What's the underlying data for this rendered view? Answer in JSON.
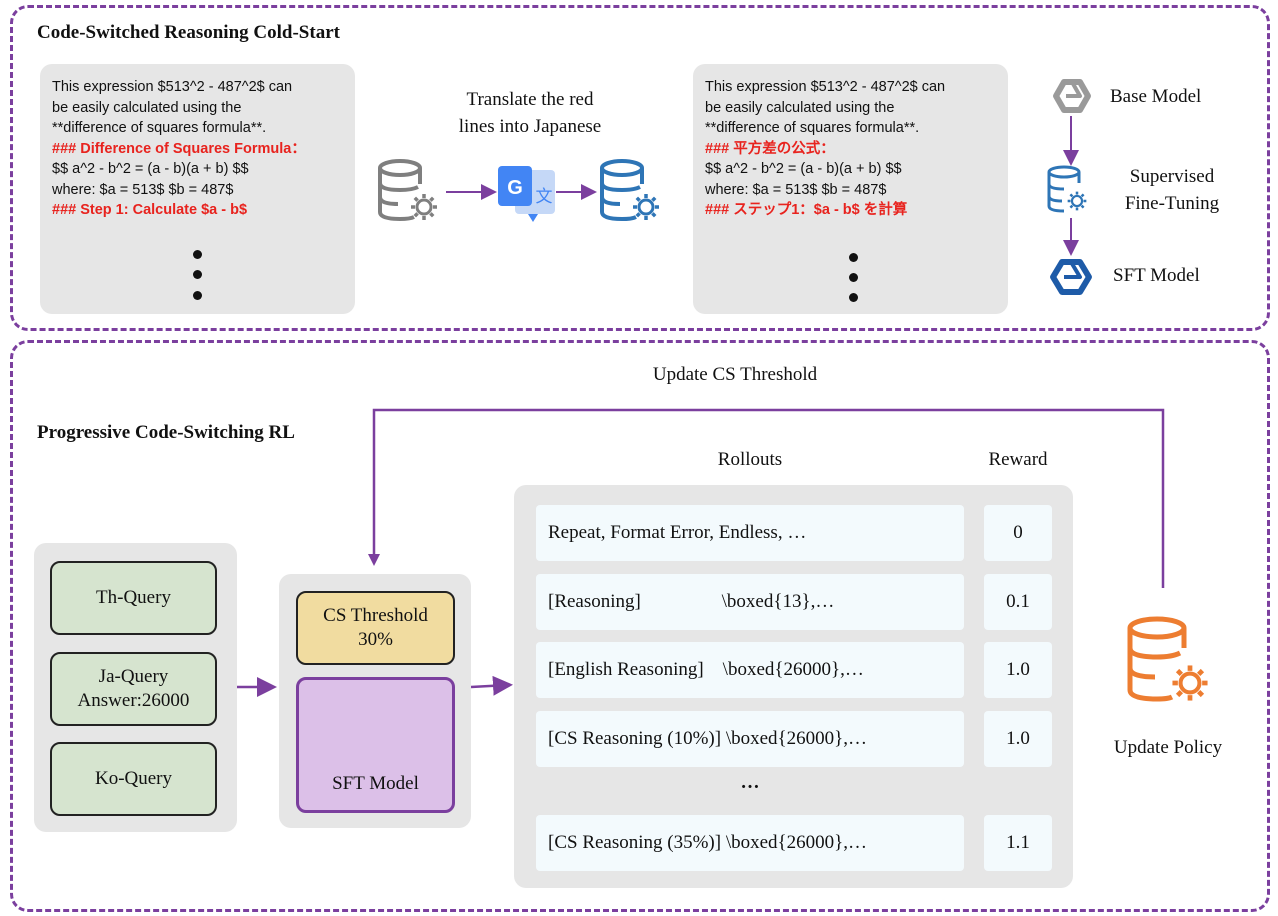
{
  "top": {
    "title": "Code-Switched Reasoning Cold-Start",
    "left_card": {
      "lines": [
        "This expression $513^2 - 487^2$ can",
        "be easily calculated using the",
        "**difference of squares formula**."
      ],
      "red1": "### Difference of Squares Formula：",
      "mid": [
        "$$ a^2 - b^2 = (a - b)(a + b) $$",
        "where: $a = 513$  $b = 487$"
      ],
      "red2": "### Step 1: Calculate $a - b$"
    },
    "translate_label_1": "Translate the red",
    "translate_label_2": "lines into Japanese",
    "right_card": {
      "lines": [
        "This expression $513^2 - 487^2$ can",
        "be easily calculated using the",
        "**difference of squares formula**."
      ],
      "red1": "### 平方差の公式：",
      "mid": [
        "$$ a^2 - b^2 = (a - b)(a + b) $$",
        "where: $a = 513$  $b = 487$"
      ],
      "red2": "### ステップ1：$a - b$ を計算"
    },
    "pipeline": {
      "base_model": "Base Model",
      "sft_step_1": "Supervised",
      "sft_step_2": "Fine-Tuning",
      "sft_model": "SFT Model"
    }
  },
  "bottom": {
    "title": "Progressive Code-Switching RL",
    "update_threshold": "Update CS Threshold",
    "queries": {
      "th": "Th-Query",
      "ja_1": "Ja-Query",
      "ja_2": "Answer:26000",
      "ko": "Ko-Query"
    },
    "threshold_1": "CS Threshold",
    "threshold_2": "30%",
    "sft_model": "SFT Model",
    "rollouts_header": "Rollouts",
    "reward_header": "Reward",
    "rollouts": [
      {
        "text": "Repeat, Format Error, Endless, …",
        "reward": "0"
      },
      {
        "text": "[Reasoning]                 \\boxed{13},…",
        "reward": "0.1"
      },
      {
        "text": "[English Reasoning]    \\boxed{26000},…",
        "reward": "1.0"
      },
      {
        "text": "[CS Reasoning (10%)] \\boxed{26000},…",
        "reward": "1.0"
      },
      {
        "text": "[CS Reasoning (35%)] \\boxed{26000},…",
        "reward": "1.1"
      }
    ],
    "ellipsis": "…",
    "update_policy": "Update Policy"
  },
  "colors": {
    "border": "#7b3f9e",
    "red_text": "#e8231e",
    "query_fill": "#d6e4cf",
    "threshold_fill": "#f1dca0",
    "sft_fill": "#dcc0e8",
    "db_blue": "#2e75b6",
    "db_orange": "#ed7d31",
    "db_gray": "#7f7f7f"
  }
}
